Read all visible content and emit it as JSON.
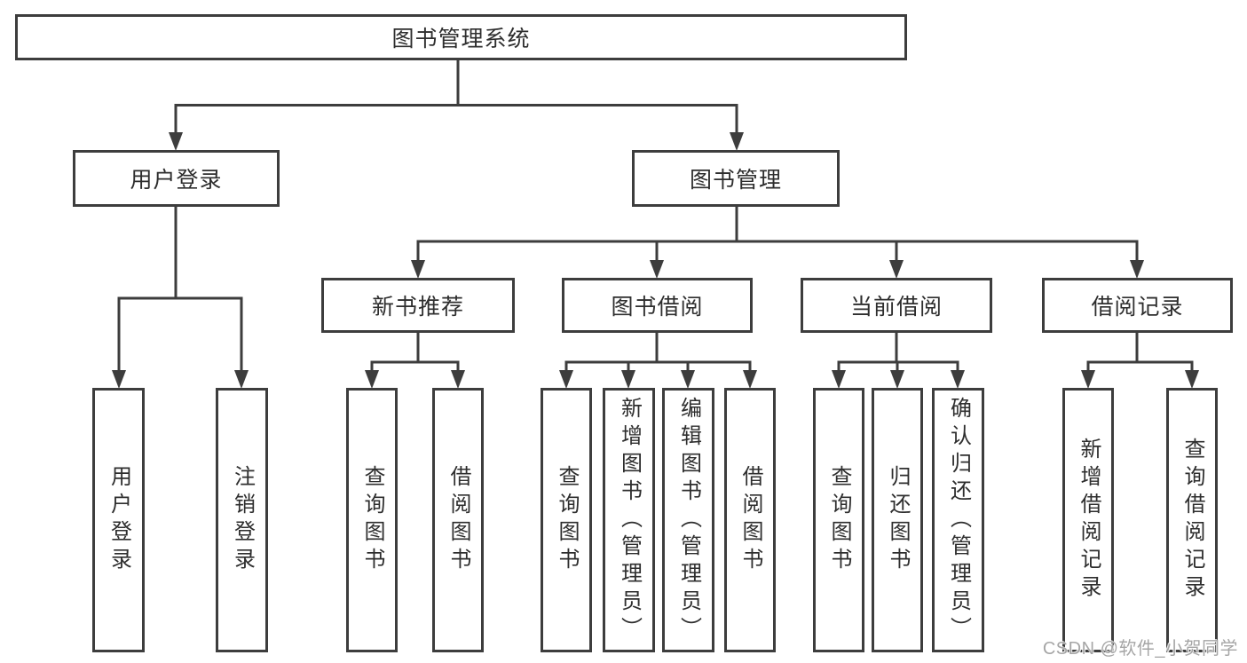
{
  "colors": {
    "line": "#3d3d3d",
    "text": "#2e2e2e",
    "background": "#ffffff",
    "watermark": "#a6a6a6"
  },
  "watermark": {
    "text": "CSDN @软件_小贺同学"
  },
  "tree": {
    "root": "图书管理系统",
    "children": [
      {
        "label": "用户登录",
        "children": [
          "用户登录",
          "注销登录"
        ]
      },
      {
        "label": "图书管理",
        "children": [
          {
            "label": "新书推荐",
            "children": [
              "查询图书",
              "借阅图书"
            ]
          },
          {
            "label": "图书借阅",
            "children": [
              "查询图书",
              "新增图书（管理员）",
              "编辑图书（管理员）",
              "借阅图书"
            ]
          },
          {
            "label": "当前借阅",
            "children": [
              "查询图书",
              "归还图书",
              "确认归还（管理员）"
            ]
          },
          {
            "label": "借阅记录",
            "children": [
              "新增借阅记录",
              "查询借阅记录"
            ]
          }
        ]
      }
    ]
  }
}
